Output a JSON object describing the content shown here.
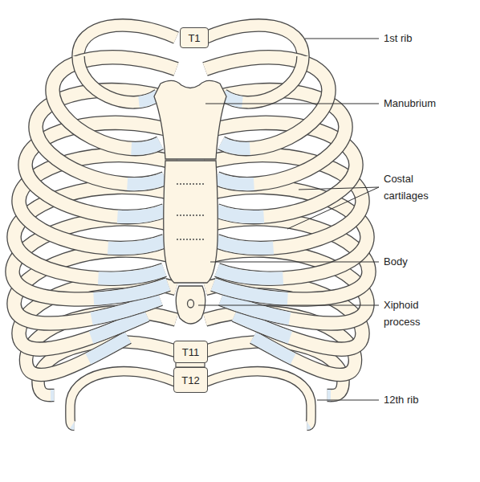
{
  "diagram": {
    "nodes": [
      {
        "text": [
          "T1"
        ]
      },
      {
        "text": [
          "T11"
        ]
      },
      {
        "text": [
          "T12"
        ]
      }
    ],
    "labels": [
      "1st rib",
      "Manubrium",
      "Costal cartilages",
      "Body",
      "Xiphoid process",
      "12th rib"
    ]
  }
}
